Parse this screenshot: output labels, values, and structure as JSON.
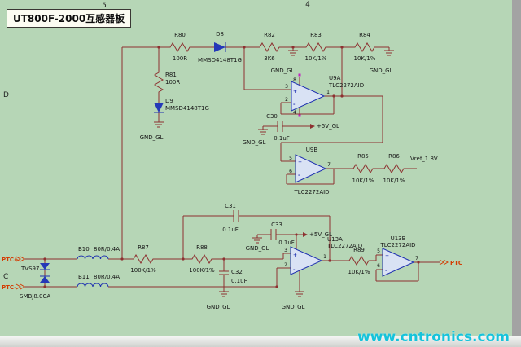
{
  "title": "UT800F-2000互感器板",
  "watermark": "www.cntronics.com",
  "grid": {
    "col5": "5",
    "col4": "4",
    "rowD": "D",
    "rowC": "C"
  },
  "nets": {
    "gnd": "GND_GL",
    "vcc": "+5V_GL",
    "vref": "Vref_1.8V",
    "ptc_plus": "PTC+",
    "ptc_minus": "PTC-",
    "ptc_out": "PTC"
  },
  "pins": {
    "1": "1",
    "2": "2",
    "3": "3",
    "4": "4",
    "5": "5",
    "6": "6",
    "7": "7",
    "8": "8"
  },
  "signs": {
    "plus": "+",
    "minus": "-"
  },
  "components": {
    "r80": {
      "ref": "R80",
      "value": "100R"
    },
    "r81": {
      "ref": "R81",
      "value": "100R"
    },
    "r82": {
      "ref": "R82",
      "value": "3K6"
    },
    "r83": {
      "ref": "R83",
      "value": "10K/1%"
    },
    "r84": {
      "ref": "R84",
      "value": "10K/1%"
    },
    "r85": {
      "ref": "R85",
      "value": "10K/1%"
    },
    "r86": {
      "ref": "R86",
      "value": "10K/1%"
    },
    "r87": {
      "ref": "R87",
      "value": "100K/1%"
    },
    "r88": {
      "ref": "R88",
      "value": "100K/1%"
    },
    "r89": {
      "ref": "R89",
      "value": "10K/1%"
    },
    "d8": {
      "ref": "D8",
      "value": "MMSD4148T1G"
    },
    "d9": {
      "ref": "D9",
      "value": "MMSD4148T1G"
    },
    "c30": {
      "ref": "C30",
      "value": "0.1uF"
    },
    "c31": {
      "ref": "C31",
      "value": "0.1uF"
    },
    "c32": {
      "ref": "C32",
      "value": "0.1uF"
    },
    "c33": {
      "ref": "C33",
      "value": "0.1uF"
    },
    "b10": {
      "ref": "B10",
      "value": "80R/0.4A"
    },
    "b11": {
      "ref": "B11",
      "value": "80R/0.4A"
    },
    "tvs97": {
      "ref": "TVS97",
      "value": "SMBJ8.0CA"
    },
    "u9a": {
      "ref": "U9A",
      "value": "TLC2272AID"
    },
    "u9b": {
      "ref": "U9B",
      "value": "TLC2272AID"
    },
    "u13a": {
      "ref": "U13A",
      "value": "TLC2272AID"
    },
    "u13b": {
      "ref": "U13B",
      "value": "TLC2272AID"
    }
  }
}
